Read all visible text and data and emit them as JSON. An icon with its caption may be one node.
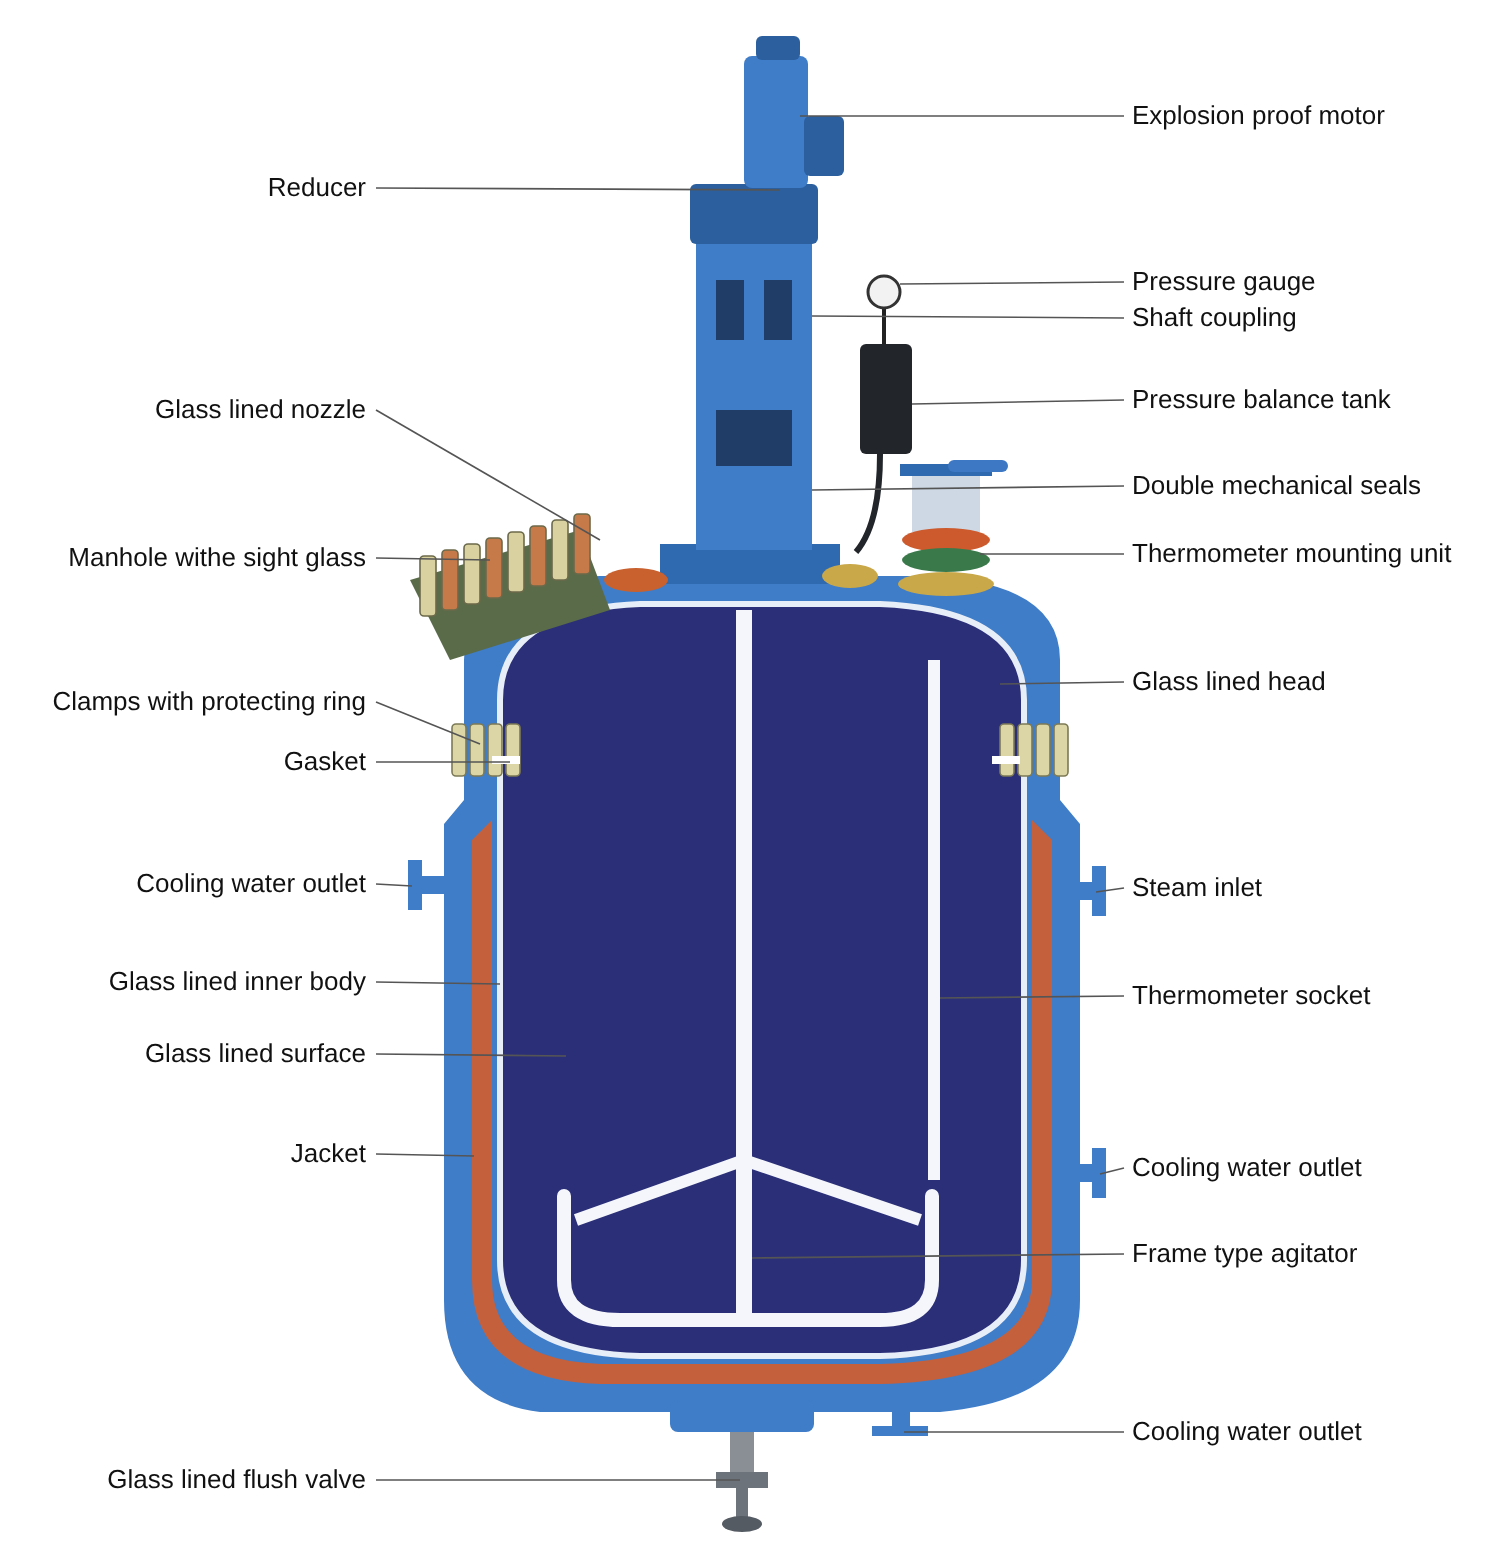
{
  "diagram": {
    "nodes": [
      {
        "text": [
          "Explosion proof motor"
        ]
      },
      {
        "text": [
          "Reducer"
        ]
      },
      {
        "text": [
          "Pressure gauge"
        ]
      },
      {
        "text": [
          "Shaft coupling"
        ]
      },
      {
        "text": [
          "Pressure balance tank"
        ]
      },
      {
        "text": [
          "Glass lined nozzle"
        ]
      },
      {
        "text": [
          "Double mechanical seals"
        ]
      },
      {
        "text": [
          "Manhole withe sight glass"
        ]
      },
      {
        "text": [
          "Thermometer mounting unit"
        ]
      },
      {
        "text": [
          "Glass lined head"
        ]
      },
      {
        "text": [
          "Clamps with protecting ring"
        ]
      },
      {
        "text": [
          "Gasket"
        ]
      },
      {
        "text": [
          "Cooling water outlet"
        ]
      },
      {
        "text": [
          "Steam inlet"
        ]
      },
      {
        "text": [
          "Glass lined inner body"
        ]
      },
      {
        "text": [
          "Thermometer socket"
        ]
      },
      {
        "text": [
          "Glass lined surface"
        ]
      },
      {
        "text": [
          "Jacket"
        ]
      },
      {
        "text": [
          "Cooling water outlet"
        ]
      },
      {
        "text": [
          "Frame type agitator"
        ]
      },
      {
        "text": [
          "Cooling water outlet"
        ]
      },
      {
        "text": [
          "Glass lined flush valve"
        ]
      }
    ],
    "edges": [
      {
        "from": 0,
        "to": null,
        "arrow": "none"
      },
      {
        "from": 1,
        "to": null,
        "arrow": "none"
      },
      {
        "from": 2,
        "to": null,
        "arrow": "none"
      },
      {
        "from": 3,
        "to": null,
        "arrow": "none"
      },
      {
        "from": 4,
        "to": null,
        "arrow": "none"
      },
      {
        "from": 5,
        "to": null,
        "arrow": "none"
      },
      {
        "from": 6,
        "to": null,
        "arrow": "none"
      },
      {
        "from": 7,
        "to": null,
        "arrow": "none"
      },
      {
        "from": 8,
        "to": null,
        "arrow": "none"
      },
      {
        "from": 9,
        "to": null,
        "arrow": "none"
      },
      {
        "from": 10,
        "to": null,
        "arrow": "none"
      },
      {
        "from": 11,
        "to": null,
        "arrow": "none"
      },
      {
        "from": 12,
        "to": null,
        "arrow": "none"
      },
      {
        "from": 13,
        "to": null,
        "arrow": "none"
      },
      {
        "from": 14,
        "to": null,
        "arrow": "none"
      },
      {
        "from": 15,
        "to": null,
        "arrow": "none"
      },
      {
        "from": 16,
        "to": null,
        "arrow": "none"
      },
      {
        "from": 17,
        "to": null,
        "arrow": "none"
      },
      {
        "from": 18,
        "to": null,
        "arrow": "none"
      },
      {
        "from": 19,
        "to": null,
        "arrow": "none"
      },
      {
        "from": 20,
        "to": null,
        "arrow": "none"
      },
      {
        "from": 21,
        "to": null,
        "arrow": "none"
      }
    ]
  }
}
